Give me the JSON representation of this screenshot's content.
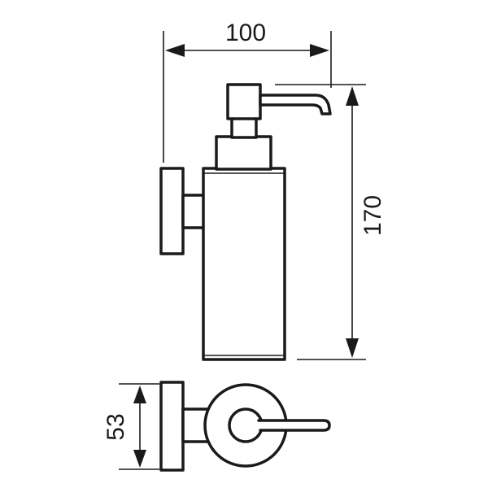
{
  "dimensions": {
    "width": "100",
    "height": "170",
    "depth": "53"
  },
  "colors": {
    "line": "#1a1a1a",
    "background": "#ffffff"
  }
}
